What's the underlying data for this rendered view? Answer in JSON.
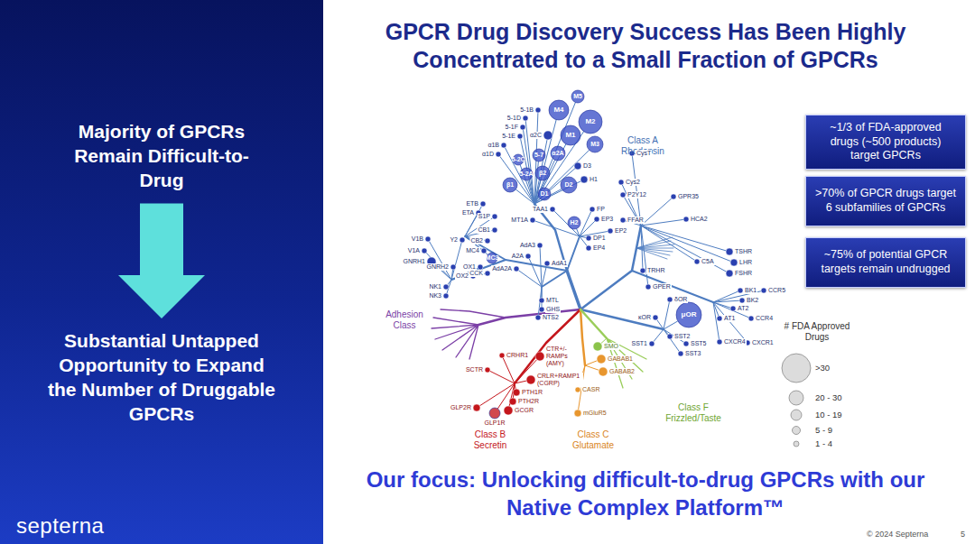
{
  "diagram": {
    "title": "GPCR Drug Discovery Success Has Been Highly Concentrated to a Small Fraction of GPCRs",
    "caption": "Our focus: Unlocking difficult-to-drug GPCRs with our Native Complex Platform™",
    "nodes": [
      {
        "text": [
          "septerna"
        ]
      },
      {
        "text": [
          "Majority of GPCRs Remain Difficult-to-Drug"
        ],
        "in": 0
      },
      {
        "text": [
          "Substantial Untapped Opportunity to Expand the Number of Druggable GPCRs"
        ],
        "in": 0
      },
      {
        "text": [
          "~1/3 of FDA-approved drugs (~500 products) target GPCRs"
        ]
      },
      {
        "text": [
          ">70% of GPCR drugs target 6 subfamilies of GPCRs"
        ]
      },
      {
        "text": [
          "~75% of potential GPCR targets remain undrugged"
        ]
      }
    ],
    "edges": [
      {
        "from": 1,
        "to": 2,
        "arrow": "to"
      }
    ],
    "labels": [
      "Class A Rhodopsin",
      "Adhesion Class",
      "Class B Secretin",
      "Class C Glutamate",
      "Class F Frizzled/Taste",
      "# FDA Approved Drugs",
      "© 2024 Septerna",
      "5",
      "5-1B",
      "5-1D",
      "5-1F",
      "5-1E",
      "M5",
      "M4",
      "M2",
      "M1",
      "M3",
      "α2C",
      "α2A",
      "α1B",
      "α1D",
      "5-2C",
      "5-7",
      "5-2A",
      "β2",
      "β1",
      "D1",
      "D2",
      "D3",
      "H1",
      "TAA1",
      "FP",
      "EP3",
      "EP2",
      "H2",
      "DP1",
      "EP4",
      "MT1A",
      "CysT",
      "Cys2",
      "P2Y12",
      "FFAR",
      "GPR35",
      "HCA2",
      "TSHR",
      "LHR",
      "FSHR",
      "C5A",
      "TRHR",
      "GPER",
      "BK1",
      "BK2",
      "CCR5",
      "AT2",
      "AT1",
      "CCR4",
      "CXCR4",
      "CXCR1",
      "δOR",
      "κOR",
      "μOR",
      "SST2",
      "SST1",
      "SST5",
      "SST3",
      "ETB",
      "ETA",
      "S1P",
      "CB1",
      "CB2",
      "MC4",
      "MC3",
      "AdA3",
      "A2A",
      "AdA2A",
      "AdA1",
      "MTL",
      "GHS",
      "NTS2",
      "V1B",
      "V1A",
      "Y2",
      "GNRH1",
      "GNRH2",
      "OX1",
      "OX2",
      "NK1",
      "NK3",
      "CCK",
      "CRHR1",
      "SCTR",
      "CTR+/- RAMPs (AMY)",
      "CRLR+RAMP1 (CGRP)",
      "PTH1R",
      "PTH2R",
      "GCGR",
      "GLP1R",
      "GLP2R",
      "CASR",
      "mGluR5",
      "GABAB1",
      "GABAB2",
      "SMO"
    ],
    "legend": [
      {
        "text": ">30"
      },
      {
        "text": "20 - 30"
      },
      {
        "text": "10 - 19"
      },
      {
        "text": "5 - 9"
      },
      {
        "text": "1 - 4"
      }
    ]
  }
}
